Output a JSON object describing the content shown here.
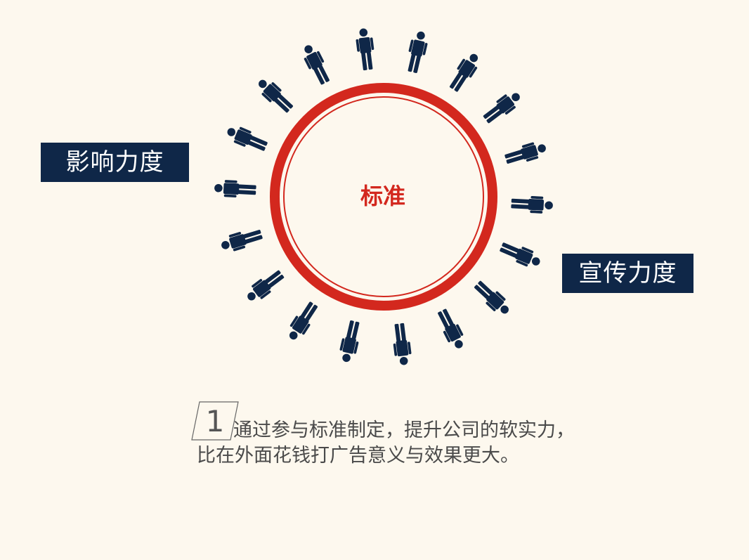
{
  "center": {
    "label": "标准"
  },
  "labels": {
    "left": "影响力度",
    "right": "宣传力度"
  },
  "point": {
    "number": "1",
    "line1": "通过参与标准制定，提升公司的软实力，",
    "line2": "比在外面花钱打广告意义与效果更大。"
  },
  "people": {
    "icon": "person-icon",
    "count": 18
  },
  "colors": {
    "background": "#fdf8ee",
    "ring": "#d3281e",
    "person": "#0f2748",
    "label_box": "#0f2748",
    "center_text": "#d3281e",
    "body_text": "#4a4a4a"
  }
}
